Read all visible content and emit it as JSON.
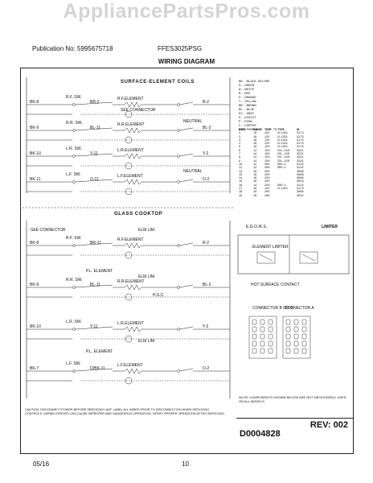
{
  "header": {
    "watermark": "AppliancePartsPros.com",
    "publication": "Publication No: 5995675718",
    "model": "FFES3025PSG",
    "title": "WIRING DIAGRAM"
  },
  "sections": {
    "surface": "SURFACE-ELEMENT COILS",
    "glass": "GLASS COOKTOP",
    "limiter": "LIMITER",
    "limiter_sub": "E.G.O./K.S.",
    "element_limiter": "ELEMENT LIMITER",
    "hot_surface": "HOT SURFACE CONTACT",
    "connector_a": "CONNECTOR A",
    "connector_b": "CONNECTOR B OR C",
    "connector_hint": "SEE CONNECTOR"
  },
  "legend": [
    "BK.-BLACK  GELORS",
    "G.-GREEN",
    "W.-WHITE",
    "R.-RED",
    "O.-ORANGE",
    "Y.-YELLOW",
    "BR.-BROWN",
    "BL.-BLUE",
    "GY.-GRAY",
    "V.-VIOLET",
    "P.-PINK",
    "C.-COPPER",
    "PU.-PURPLE"
  ],
  "gauge_table": {
    "headers": [
      "WIRE",
      "GAUGE",
      "TEMP.°C",
      "TYPE",
      "UL"
    ],
    "rows": [
      [
        "1",
        "18",
        "125",
        "CL1351",
        "3173"
      ],
      [
        "2",
        "18",
        "125",
        "CL1351",
        "3173"
      ],
      [
        "3",
        "18",
        "125",
        "CL1351",
        "3173"
      ],
      [
        "4",
        "18",
        "125",
        "CL1351",
        "3173"
      ],
      [
        "5",
        "18",
        "125",
        "CL1351",
        "3173"
      ],
      [
        "6",
        "14",
        "150",
        "CSL-150",
        "3321"
      ],
      [
        "7",
        "14",
        "150",
        "CSL-150",
        "3321"
      ],
      [
        "8",
        "14",
        "150",
        "CSL-150",
        "3321"
      ],
      [
        "9",
        "14",
        "150",
        "CSL-150",
        "3321"
      ],
      [
        "10",
        "12",
        "200",
        "SRG-1",
        "3122"
      ],
      [
        "11",
        "12",
        "200",
        "SRG-1",
        "3122"
      ],
      [
        "12",
        "16",
        "200",
        "",
        "3068"
      ],
      [
        "13",
        "16",
        "250",
        "",
        "3068"
      ],
      [
        "14",
        "16",
        "250",
        "",
        "3068"
      ],
      [
        "15",
        "18",
        "200",
        "",
        "3050"
      ],
      [
        "16",
        "14",
        "250",
        "SGR-1",
        "3122"
      ],
      [
        "17",
        "18",
        "125",
        "CL1351",
        "3173"
      ],
      [
        "18",
        "16",
        "200",
        "",
        "3068"
      ],
      [
        "19",
        "10",
        "200",
        "",
        "3032"
      ]
    ]
  },
  "surface_rows": [
    {
      "sw": "R.F. SW.",
      "el": "R.F.ELEMENT",
      "a": "BK-8",
      "b": "BR-2",
      "c": "R-2"
    },
    {
      "sw": "R.R. SW.",
      "el": "R.R.ELEMENT",
      "a": "BK-9",
      "b": "BL-11",
      "c": "BL-2"
    },
    {
      "sw": "L.R. SW.",
      "el": "L.R.ELEMENT",
      "a": "BK-10",
      "b": "Y-11",
      "c": "Y-2"
    },
    {
      "sw": "L.F. SW.",
      "el": "L.F.ELEMENT",
      "a": "BK-11",
      "b": "O-11",
      "c": "O-2"
    }
  ],
  "glass_rows": [
    {
      "sw": "R.F. SW.",
      "el": "R.F.ELEMENT",
      "a": "BK-8",
      "b": "BR-11",
      "c": "R-2"
    },
    {
      "sw": "R.R. SW.",
      "el": "R.R.ELEMENT",
      "a": "BK-9",
      "b": "BL-11",
      "c": "BL-2"
    },
    {
      "sw": "L.R. SW.",
      "el": "L.R.ELEMENT",
      "a": "BK-10",
      "b": "Y-11",
      "c": "Y-2"
    },
    {
      "sw": "L.F. SW.",
      "el": "L.F.ELEMENT",
      "a": "BK-7",
      "b": "O/BK-11",
      "c": "O-2"
    }
  ],
  "misc": {
    "neutral": "NEUTRAL",
    "indicator": "P.L. ELEMENT",
    "elm_lim": "ELM LIM.",
    "hsc": "H.S.C."
  },
  "caution": "CAUTION: DISCONNECT POWER BEFORE SERVICING UNIT. LABEL ALL WIRES PRIOR TO DISCONNECTION WHEN SERVICING CONTROLS. WIRING ERRORS CAN CAUSE IMPROPER AND DANGEROUS OPERATION. VERIFY PROPER OPERATION AFTER SERVICING.",
  "note": "NOTE: COMPONENTS SHOWN BELOW ARE NOT NECESSARILY USED ON ALL MODELS.",
  "doc": {
    "rev": "REV: 002",
    "number": "D0004828"
  },
  "footer": {
    "date": "05/16",
    "page": "10"
  }
}
